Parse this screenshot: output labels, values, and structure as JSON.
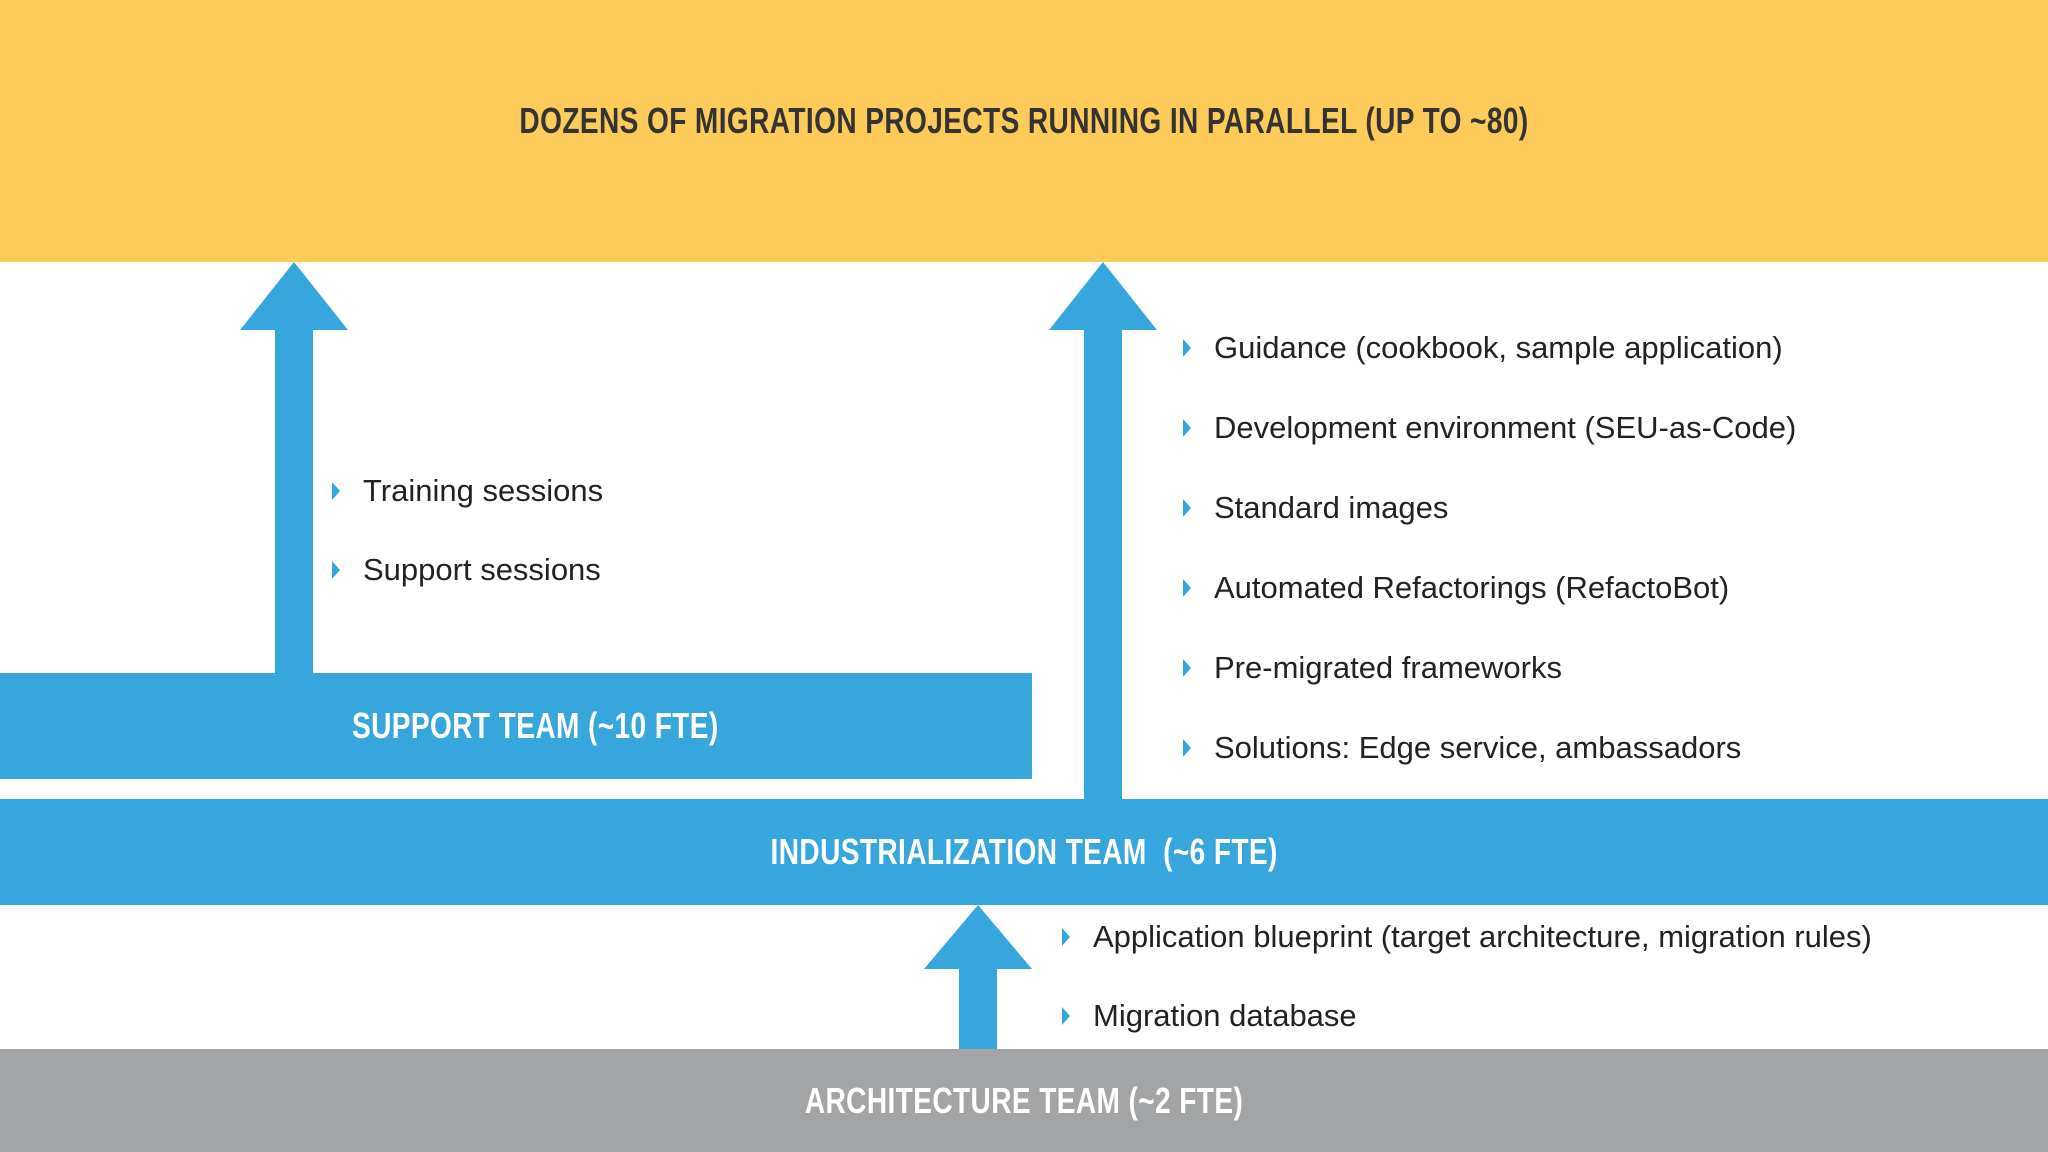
{
  "colors": {
    "yellow": "#fdcb5a",
    "blue": "#36a6dc",
    "gray": "#a3a4a5"
  },
  "top": {
    "title": "DOZENS OF MIGRATION PROJECTS RUNNING IN PARALLEL (UP TO ~80)"
  },
  "support": {
    "title": "SUPPORT TEAM (~10 FTE)",
    "items": [
      "Training sessions",
      "Support sessions"
    ]
  },
  "industrialization": {
    "title": "INDUSTRIALIZATION TEAM  (~6 FTE)",
    "items": [
      "Guidance (cookbook, sample application)",
      "Development environment (SEU-as-Code)",
      "Standard images",
      "Automated Refactorings (RefactoBot)",
      "Pre-migrated frameworks",
      "Solutions: Edge service, ambassadors"
    ]
  },
  "architecture": {
    "title": "ARCHITECTURE TEAM (~2 FTE)",
    "items": [
      "Application blueprint (target architecture, migration rules)",
      "Migration database"
    ]
  }
}
